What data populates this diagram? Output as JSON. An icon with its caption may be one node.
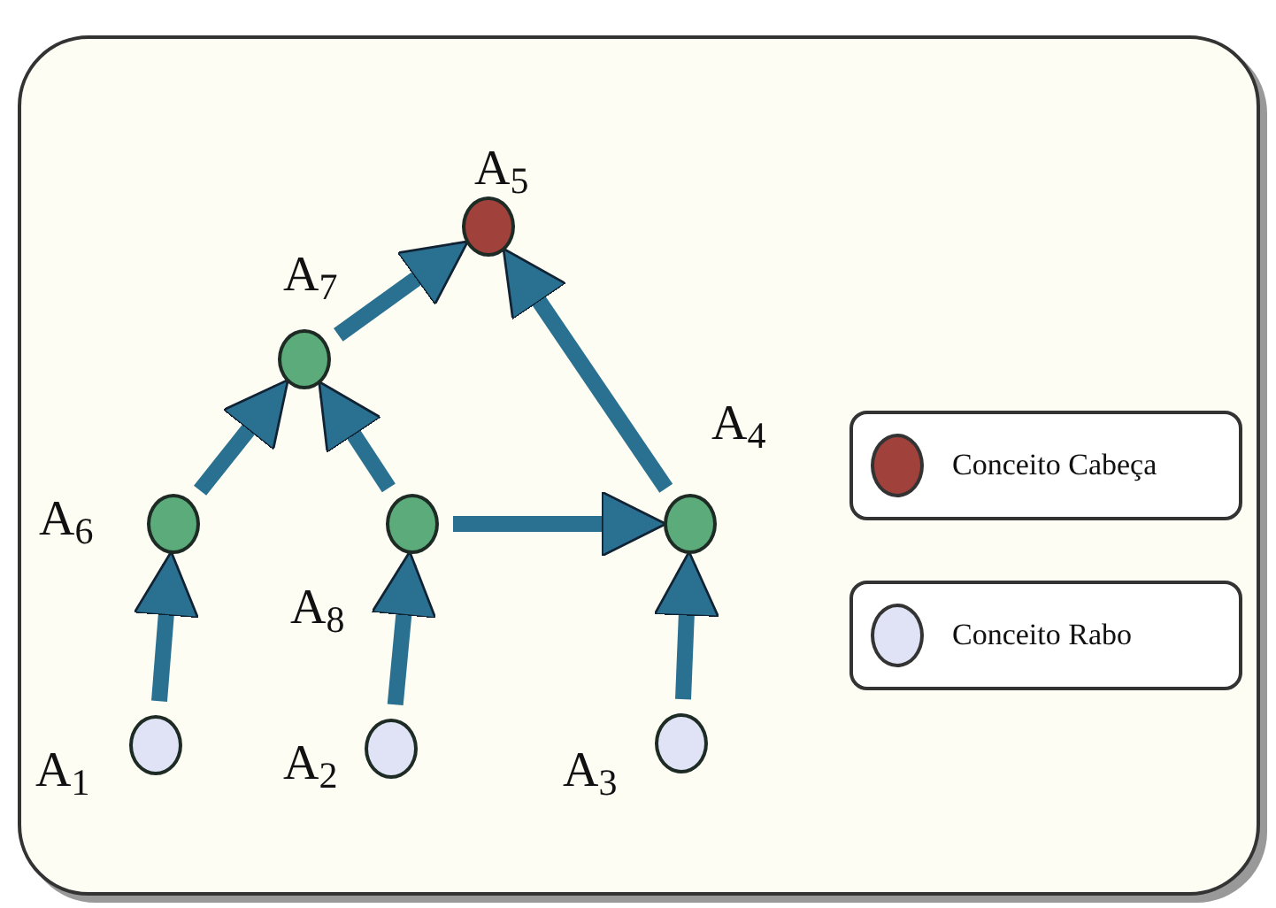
{
  "diagram": {
    "nodes": [
      {
        "text": [],
        "shape": "circle",
        "beside": [
          "A$_{5}$"
        ]
      },
      {
        "text": [],
        "shape": "circle",
        "beside": [
          "A$_{7}$"
        ]
      },
      {
        "text": [],
        "shape": "circle",
        "beside": [
          "A$_{6}$"
        ]
      },
      {
        "text": [],
        "shape": "circle",
        "beside": [
          "A$_{8}$"
        ]
      },
      {
        "text": [],
        "shape": "circle",
        "beside": [
          "A$_{4}$"
        ]
      },
      {
        "text": [],
        "shape": "circle",
        "beside": [
          "A$_{1}$"
        ]
      },
      {
        "text": [],
        "shape": "circle",
        "beside": [
          "A$_{2}$"
        ]
      },
      {
        "text": [],
        "shape": "circle",
        "beside": [
          "A$_{3}$"
        ]
      }
    ],
    "edges": [
      {
        "from": 5,
        "to": 2,
        "arrow": "to"
      },
      {
        "from": 6,
        "to": 3,
        "arrow": "to"
      },
      {
        "from": 7,
        "to": 4,
        "arrow": "to"
      },
      {
        "from": 2,
        "to": 1,
        "arrow": "to"
      },
      {
        "from": 3,
        "to": 1,
        "arrow": "to"
      },
      {
        "from": 3,
        "to": 4,
        "arrow": "to"
      },
      {
        "from": 1,
        "to": 0,
        "arrow": "to"
      },
      {
        "from": 4,
        "to": 0,
        "arrow": "to"
      }
    ],
    "legend": [
      {
        "text": "Conceito Cabeça",
        "color": "#a0413c"
      },
      {
        "text": "Conceito Rabo",
        "color": "#dfe3f5"
      }
    ]
  }
}
